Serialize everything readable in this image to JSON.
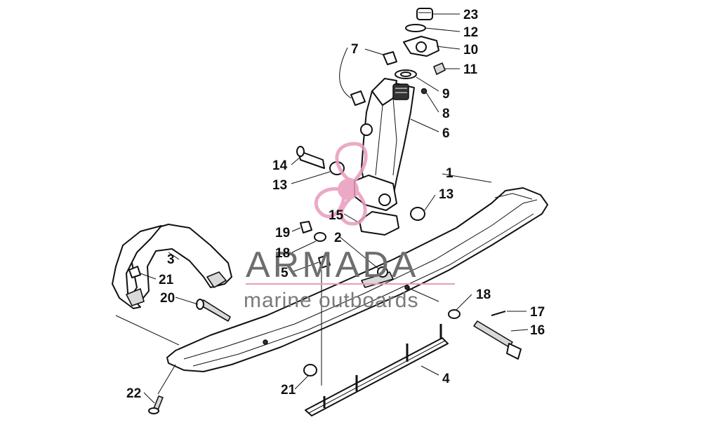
{
  "watermark": {
    "title": "ARMADA",
    "subtitle": "marine outboards",
    "colors": {
      "text": "#6e6e6e",
      "logo_pink": "#e89bbd",
      "logo_dark_pink": "#d86fa0"
    }
  },
  "callouts": [
    {
      "key": "c23",
      "label": "23"
    },
    {
      "key": "c12",
      "label": "12"
    },
    {
      "key": "c10",
      "label": "10"
    },
    {
      "key": "c11",
      "label": "11"
    },
    {
      "key": "c7",
      "label": "7"
    },
    {
      "key": "c9",
      "label": "9"
    },
    {
      "key": "c8",
      "label": "8"
    },
    {
      "key": "c6",
      "label": "6"
    },
    {
      "key": "c14",
      "label": "14"
    },
    {
      "key": "c13a",
      "label": "13"
    },
    {
      "key": "c1",
      "label": "1"
    },
    {
      "key": "c13b",
      "label": "13"
    },
    {
      "key": "c15",
      "label": "15"
    },
    {
      "key": "c19",
      "label": "19"
    },
    {
      "key": "c2",
      "label": "2"
    },
    {
      "key": "c18a",
      "label": "18"
    },
    {
      "key": "c3",
      "label": "3"
    },
    {
      "key": "c5",
      "label": "5"
    },
    {
      "key": "c21a",
      "label": "21"
    },
    {
      "key": "c20",
      "label": "20"
    },
    {
      "key": "c18b",
      "label": "18"
    },
    {
      "key": "c17",
      "label": "17"
    },
    {
      "key": "c16",
      "label": "16"
    },
    {
      "key": "c4",
      "label": "4"
    },
    {
      "key": "c21b",
      "label": "21"
    },
    {
      "key": "c22",
      "label": "22"
    }
  ]
}
